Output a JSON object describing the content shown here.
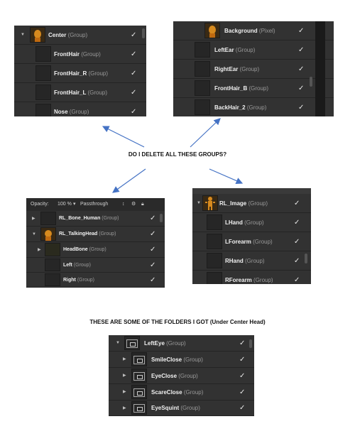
{
  "panel1": {
    "rows": [
      {
        "name": "Center",
        "type": "(Group)",
        "check": "✓"
      },
      {
        "name": "FrontHair",
        "type": "(Group)",
        "check": "✓"
      },
      {
        "name": "FrontHair_R",
        "type": "(Group)",
        "check": "✓"
      },
      {
        "name": "FrontHair_L",
        "type": "(Group)",
        "check": "✓"
      },
      {
        "name": "Nose",
        "type": "(Group)",
        "check": "✓"
      }
    ]
  },
  "panel2": {
    "rows": [
      {
        "name": "Background",
        "type": "(Pixel)",
        "check": "✓"
      },
      {
        "name": "LeftEar",
        "type": "(Group)",
        "check": "✓"
      },
      {
        "name": "RightEar",
        "type": "(Group)",
        "check": "✓"
      },
      {
        "name": "FrontHair_B",
        "type": "(Group)",
        "check": "✓"
      },
      {
        "name": "BackHair_2",
        "type": "(Group)",
        "check": "✓"
      }
    ]
  },
  "question": "DO I DELETE ALL THESE GROUPS?",
  "panel3": {
    "opacity_label": "Opacity:",
    "opacity_value": "100 %",
    "blend_mode": "Passthrough",
    "rows": [
      {
        "name": "RL_Bone_Human",
        "type": "(Group)",
        "check": "✓"
      },
      {
        "name": "RL_TalkingHead",
        "type": "(Group)",
        "check": "✓"
      },
      {
        "name": "HeadBone",
        "type": "(Group)",
        "check": "✓"
      },
      {
        "name": "Left",
        "type": "(Group)",
        "check": "✓"
      },
      {
        "name": "Right",
        "type": "(Group)",
        "check": "✓"
      }
    ]
  },
  "panel4": {
    "rows": [
      {
        "name": "RL_Image",
        "type": "(Group)",
        "check": "✓"
      },
      {
        "name": "LHand",
        "type": "(Group)",
        "check": "✓"
      },
      {
        "name": "LForearm",
        "type": "(Group)",
        "check": "✓"
      },
      {
        "name": "RHand",
        "type": "(Group)",
        "check": "✓"
      },
      {
        "name": "RForearm",
        "type": "(Group)",
        "check": "✓"
      }
    ]
  },
  "caption2": "THESE ARE SOME OF THE FOLDERS I GOT (Under Center Head)",
  "panel5": {
    "rows": [
      {
        "name": "LeftEye",
        "type": "(Group)",
        "check": "✓"
      },
      {
        "name": "SmileClose",
        "type": "(Group)",
        "check": "✓"
      },
      {
        "name": "EyeClose",
        "type": "(Group)",
        "check": "✓"
      },
      {
        "name": "ScareClose",
        "type": "(Group)",
        "check": "✓"
      },
      {
        "name": "EyeSquint",
        "type": "(Group)",
        "check": "✓"
      }
    ]
  },
  "colors": {
    "arrow": "#4472c4",
    "panel_bg": "#2e2e2e",
    "row_bg": "#323232"
  }
}
